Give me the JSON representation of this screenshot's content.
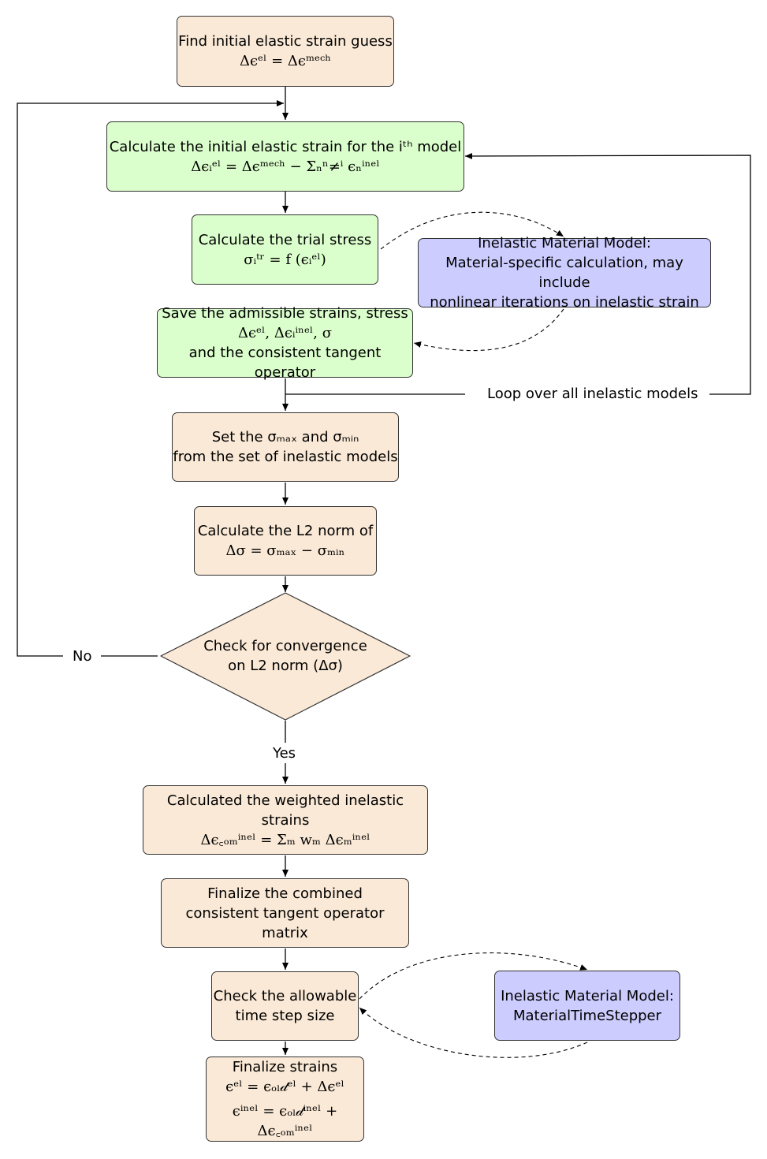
{
  "nodes": {
    "init_guess": {
      "line1": "Find initial elastic strain guess",
      "math": "Δϵᵉˡ = Δϵᵐᵉᶜʰ"
    },
    "calc_initial": {
      "line1": "Calculate the initial elastic strain for the iᵗʰ model",
      "math": "Δϵᵢᵉˡ = Δϵᵐᵉᶜʰ − Σₙⁿ≠ⁱ ϵₙⁱⁿᵉˡ"
    },
    "trial_stress": {
      "line1": "Calculate the trial stress",
      "math": "σᵢᵗʳ = f (ϵᵢᵉˡ)"
    },
    "inelastic_model_1": {
      "line1": "Inelastic Material Model:",
      "line2": "Material-specific calculation, may include",
      "line3": "nonlinear iterations on inelastic strain"
    },
    "save_admissible": {
      "line1": "Save the admissible strains, stress",
      "math": "Δϵᵉˡ, Δϵᵢⁱⁿᵉˡ, σ",
      "line3": "and the consistent tangent operator"
    },
    "set_sigma": {
      "line1": "Set the σₘₐₓ and σₘᵢₙ",
      "line2": "from the set of inelastic models"
    },
    "l2_norm": {
      "line1": "Calculate the L2 norm of",
      "math": "Δσ = σₘₐₓ − σₘᵢₙ"
    },
    "convergence": {
      "line1": "Check for convergence",
      "line2": "on L2 norm (Δσ)"
    },
    "weighted": {
      "line1": "Calculated the weighted inelastic strains",
      "math": "Δϵ꜀ₒₘⁱⁿᵉˡ = Σₘ wₘ Δϵₘⁱⁿᵉˡ"
    },
    "finalize_operator": {
      "line1": "Finalize the combined",
      "line2": "consistent tangent operator matrix"
    },
    "time_step": {
      "line1": "Check the allowable",
      "line2": "time step size"
    },
    "inelastic_model_2": {
      "line1": "Inelastic Material Model:",
      "line2": "MaterialTimeStepper"
    },
    "finalize_strains": {
      "line1": "Finalize strains",
      "math1": "ϵᵉˡ = ϵₒₗ𝒹ᵉˡ + Δϵᵉˡ",
      "math2": "ϵⁱⁿᵉˡ = ϵₒₗ𝒹ⁱⁿᵉˡ + Δϵ꜀ₒₘⁱⁿᵉˡ"
    }
  },
  "edge_labels": {
    "loop": "Loop over all inelastic models",
    "no": "No",
    "yes": "Yes"
  },
  "colors": {
    "peach": "#fae9d6",
    "green": "#dbffcc",
    "blue": "#ccccff"
  }
}
